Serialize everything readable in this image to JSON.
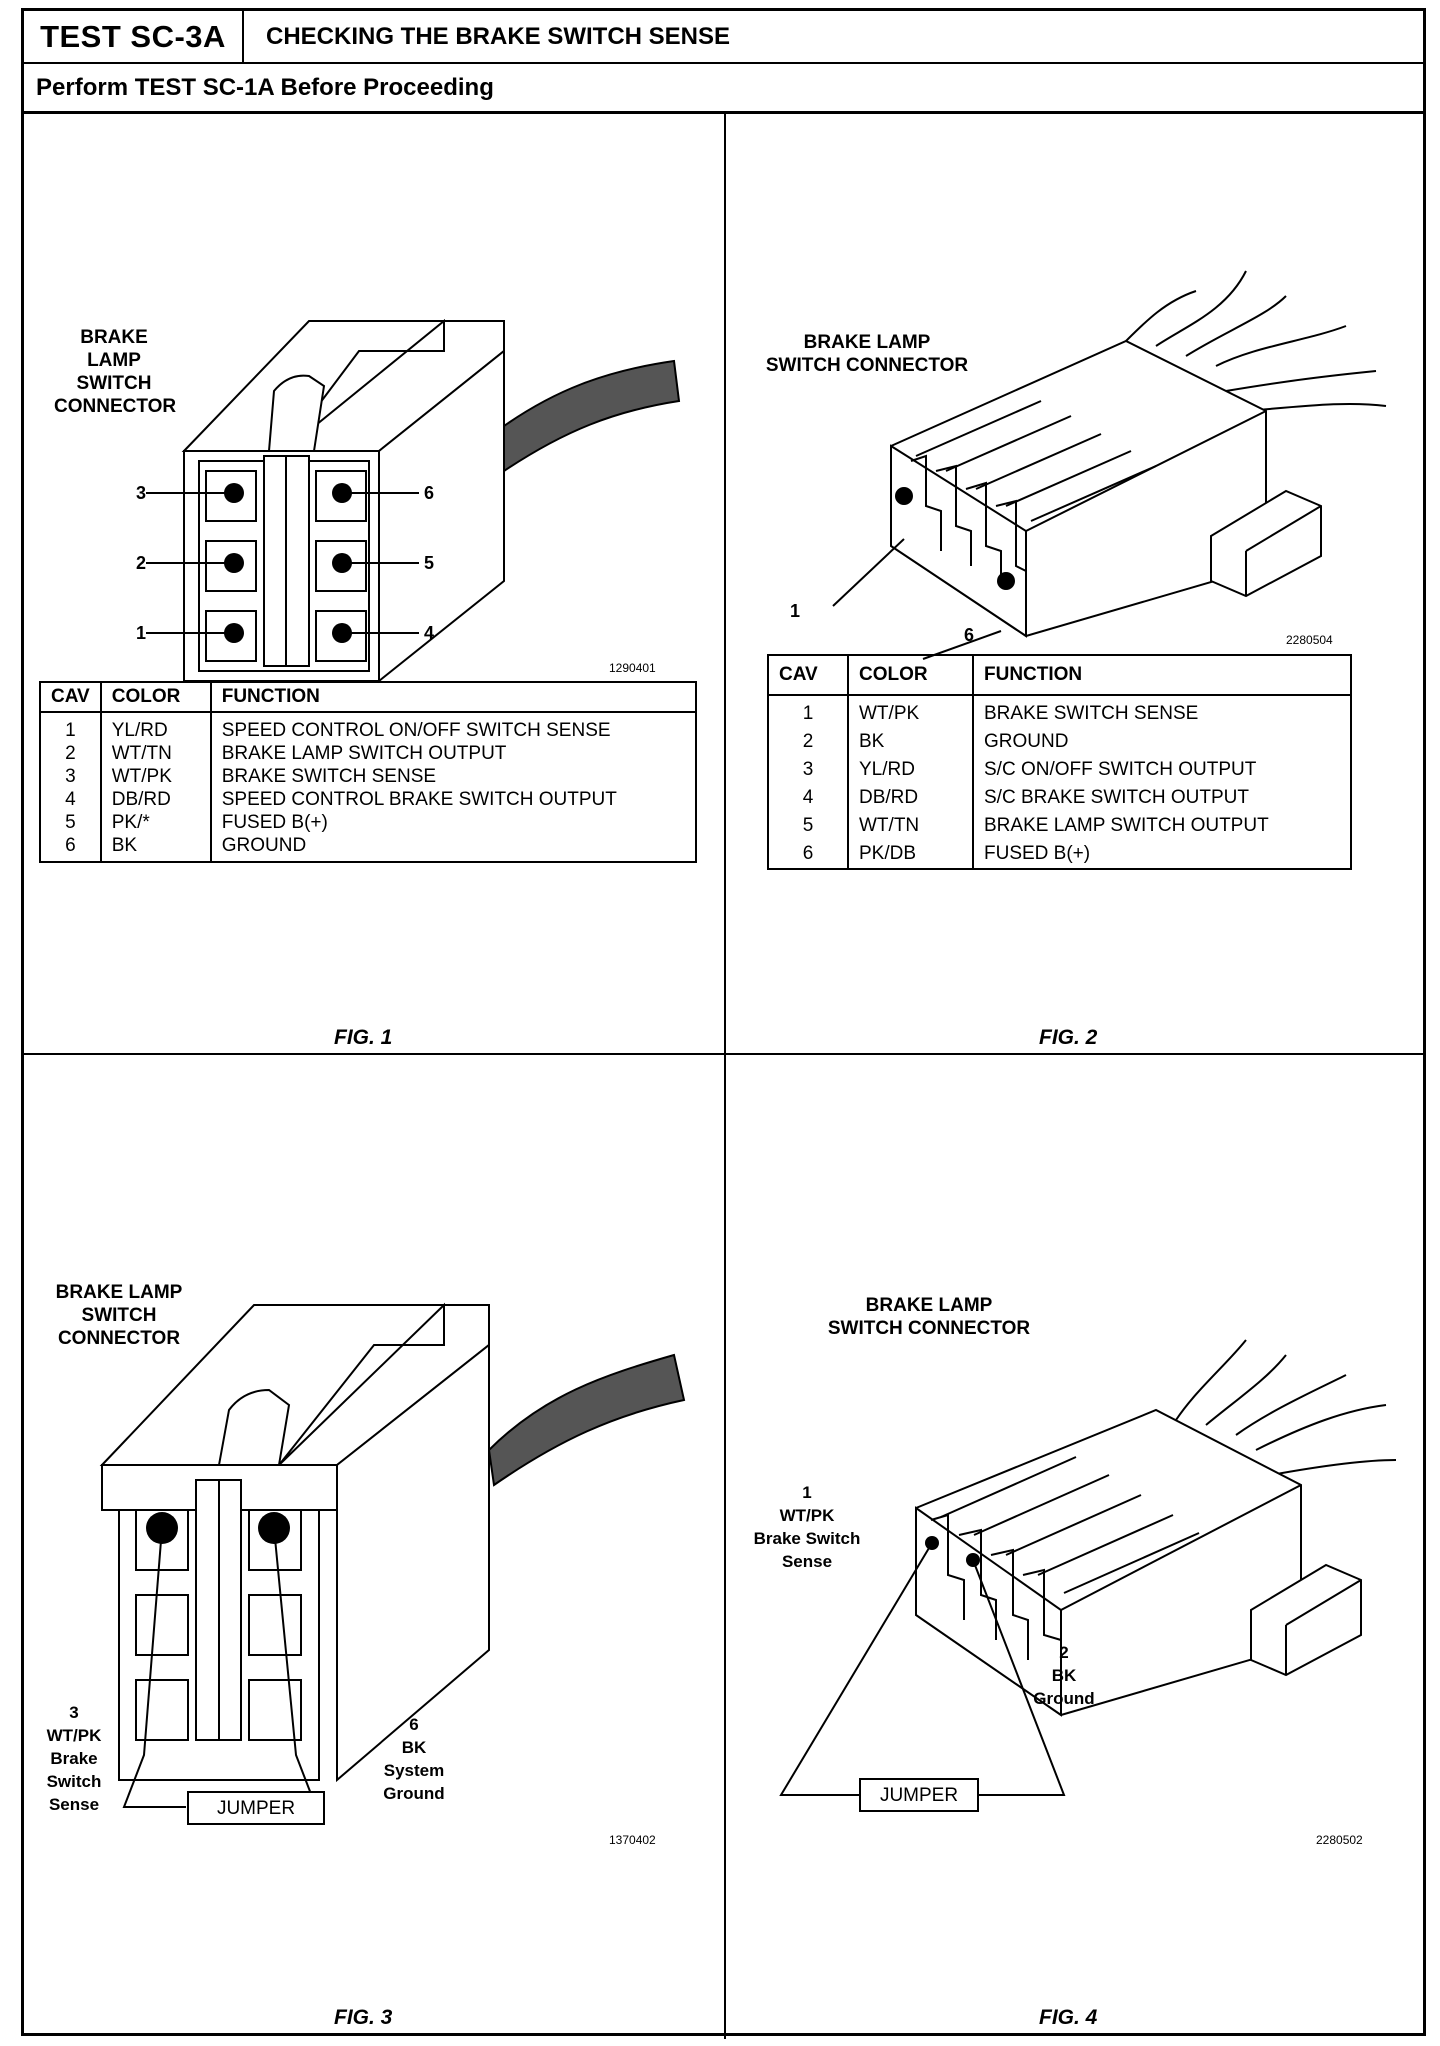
{
  "header": {
    "test_id": "TEST SC-3A",
    "title": "CHECKING THE BRAKE SWITCH SENSE",
    "prerequisite": "Perform TEST SC-1A Before Proceeding"
  },
  "fig1": {
    "label": "BRAKE\nLAMP\nSWITCH\nCONNECTOR",
    "pins": [
      "3",
      "2",
      "1",
      "6",
      "5",
      "4"
    ],
    "id": "1290401",
    "caption": "FIG. 1",
    "table": {
      "headers": [
        "CAV",
        "COLOR",
        "FUNCTION"
      ],
      "rows": [
        [
          "1",
          "YL/RD",
          "SPEED CONTROL ON/OFF SWITCH SENSE"
        ],
        [
          "2",
          "WT/TN",
          "BRAKE LAMP SWITCH OUTPUT"
        ],
        [
          "3",
          "WT/PK",
          "BRAKE SWITCH SENSE"
        ],
        [
          "4",
          "DB/RD",
          "SPEED CONTROL BRAKE SWITCH OUTPUT"
        ],
        [
          "5",
          "PK/*",
          "FUSED B(+)"
        ],
        [
          "6",
          "BK",
          "GROUND"
        ]
      ]
    }
  },
  "fig2": {
    "label": "BRAKE LAMP\nSWITCH CONNECTOR",
    "pins": [
      "1",
      "6"
    ],
    "id": "2280504",
    "caption": "FIG. 2",
    "table": {
      "headers": [
        "CAV",
        "COLOR",
        "FUNCTION"
      ],
      "rows": [
        [
          "1",
          "WT/PK",
          "BRAKE SWITCH SENSE"
        ],
        [
          "2",
          "BK",
          "GROUND"
        ],
        [
          "3",
          "YL/RD",
          "S/C ON/OFF SWITCH OUTPUT"
        ],
        [
          "4",
          "DB/RD",
          "S/C BRAKE SWITCH OUTPUT"
        ],
        [
          "5",
          "WT/TN",
          "BRAKE LAMP SWITCH OUTPUT"
        ],
        [
          "6",
          "PK/DB",
          "FUSED B(+)"
        ]
      ]
    }
  },
  "fig3": {
    "label": "BRAKE LAMP\nSWITCH\nCONNECTOR",
    "left_callout": "3\nWT/PK\nBrake\nSwitch\nSense",
    "right_callout": "6\nBK\nSystem\nGround",
    "jumper": "JUMPER",
    "id": "1370402",
    "caption": "FIG. 3"
  },
  "fig4": {
    "label": "BRAKE LAMP\nSWITCH CONNECTOR",
    "left_callout": "1\nWT/PK\nBrake Switch\nSense",
    "right_callout": "2\nBK\nGround",
    "jumper": "JUMPER",
    "id": "2280502",
    "caption": "FIG. 4"
  }
}
